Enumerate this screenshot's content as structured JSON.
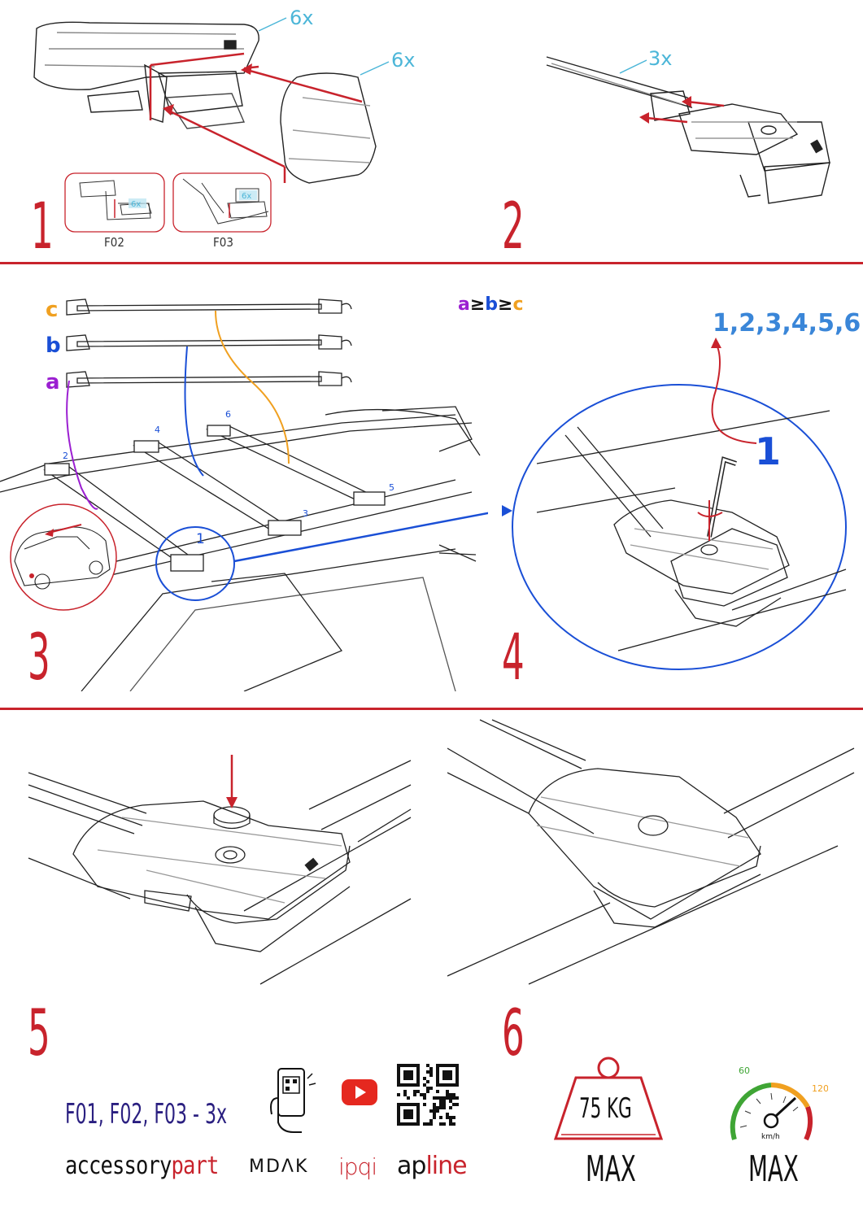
{
  "steps": {
    "s1": "1",
    "s2": "2",
    "s3": "3",
    "s4": "4",
    "s5": "5",
    "s6": "6"
  },
  "step1": {
    "count_top": "6x",
    "count_right": "6x",
    "inset_left_label": "F02",
    "inset_right_label": "F03",
    "inset_count": "6x"
  },
  "step2": {
    "count": "3x"
  },
  "step3": {
    "bar_labels": [
      "c",
      "b",
      "a"
    ],
    "order_rule": {
      "a": "a",
      "ge1": "≥",
      "b": "b",
      "ge2": "≥",
      "c": "c"
    },
    "positions": [
      "1",
      "2",
      "3",
      "4",
      "5",
      "6"
    ]
  },
  "step4": {
    "sequence": "1,2,3,4,5,6",
    "key_label": "1"
  },
  "footer": {
    "fittings": "F01, F02, F03 - 3x",
    "brands": {
      "accessory_a": "accessory",
      "accessory_b": "part",
      "mdak": "MDΛK",
      "ipqi": "ipqi",
      "apline_a": "ap",
      "apline_b": "line"
    },
    "weight": "75 KG",
    "weight_max": "MAX",
    "speed_max": "MAX",
    "speed_min_tick": "60",
    "speed_max_tick": "120",
    "speed_unit": "km/h"
  },
  "colors": {
    "accent_red": "#c8232c",
    "label_cyan": "#4cb6d8",
    "blue": "#1a4fd6",
    "purple": "#9b1fd1",
    "orange": "#f0a020",
    "navy": "#2a1f80"
  },
  "icons": [
    "phone-qr-icon",
    "youtube-icon",
    "qr-code-icon",
    "weight-icon",
    "speedometer-icon",
    "allen-key-icon"
  ]
}
